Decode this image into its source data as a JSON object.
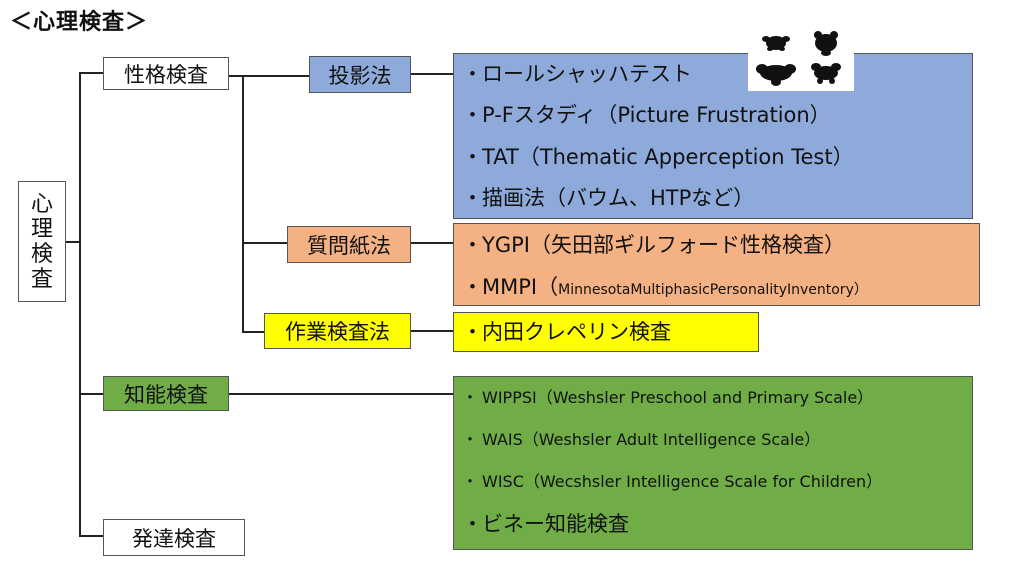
{
  "title": "＜心理検査＞",
  "root": {
    "chars": [
      "心",
      "理",
      "検",
      "査"
    ]
  },
  "categories": {
    "personality": "性格検査",
    "intelligence": "知能検査",
    "development": "発達検査"
  },
  "methods": {
    "projective": "投影法",
    "questionnaire": "質問紙法",
    "task": "作業検査法"
  },
  "bullet": "・",
  "projective_tests": [
    "ロールシャッハテスト",
    "P-Fスタディ（Picture Frustration）",
    "TAT（Thematic Apperception Test）",
    "描画法（バウム、HTPなど）"
  ],
  "questionnaire_tests": [
    {
      "main": "YGPI（矢田部ギルフォード性格検査）",
      "small": ""
    },
    {
      "main": "MMPI（",
      "small": "MinnesotaMultiphasicPersonalityInventory）"
    }
  ],
  "task_tests": [
    "内田クレペリン検査"
  ],
  "intelligence_tests": [
    "WIPPSI（Weshsler Preschool and Primary Scale）",
    "WAIS（Weshsler Adult Intelligence Scale）",
    "WISC（Wecshsler Intelligence Scale for Children）",
    "ビネー知能検査"
  ],
  "colors": {
    "projective": "#8eaadb",
    "questionnaire": "#f4b183",
    "task": "#ffff00",
    "intelligence": "#70ad47"
  },
  "image": {
    "name": "rorschach-inkblot"
  }
}
